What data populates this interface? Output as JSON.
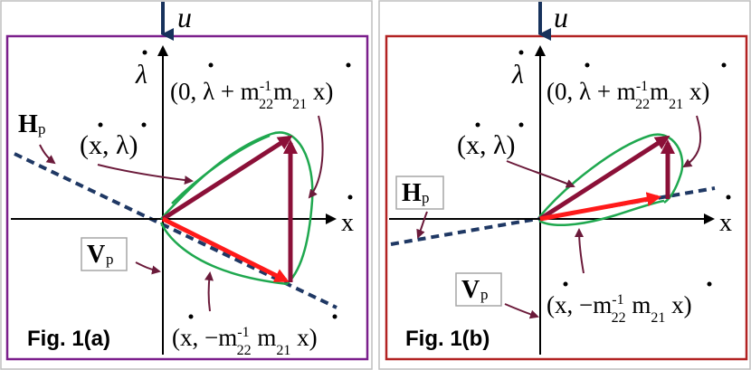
{
  "colors": {
    "panel_a_border": "#7b1f8c",
    "panel_b_border": "#b22222",
    "outer_border": "#bfbfbf",
    "axis": "#000000",
    "u_arrow": "#17325c",
    "dark_vector": "#8b1038",
    "red_vector": "#ff1a1a",
    "dashed_line": "#1f3864",
    "green_loop": "#1fa84f",
    "pointer": "#6b1a3a",
    "label_box_border": "#a6a6a6"
  },
  "panels": [
    {
      "id": "a",
      "caption_text": "Fig. 1",
      "caption_letter": "(a)",
      "axis_u": "u",
      "axis_x": "x",
      "axis_lambda": "λ",
      "H_label": "H",
      "H_sub": "p",
      "V_label": "V",
      "V_sub": "p",
      "point_upper_label": "(0, λ + m",
      "point_upper_sup": "-1",
      "point_upper_sub": "22",
      "point_upper_mid": "m",
      "point_upper_sub2": "21",
      "point_upper_end": " x)",
      "point_left_label": "(x, λ)",
      "point_lower_label": "(x, −m",
      "point_lower_sup": "-1",
      "point_lower_sub": "22",
      "point_lower_mid": " m",
      "point_lower_sub2": "21",
      "point_lower_end": " x)"
    },
    {
      "id": "b",
      "caption_text": "Fig. 1",
      "caption_letter": "(b)",
      "axis_u": "u",
      "axis_x": "x",
      "axis_lambda": "λ",
      "H_label": "H",
      "H_sub": "p",
      "V_label": "V",
      "V_sub": "p",
      "point_upper_label": "(0, λ + m",
      "point_upper_sup": "-1",
      "point_upper_sub": "22",
      "point_upper_mid": "m",
      "point_upper_sub2": "21",
      "point_upper_end": " x)",
      "point_left_label": "(x, λ)",
      "point_lower_label": "(x, −m",
      "point_lower_sup": "-1",
      "point_lower_sub": "22",
      "point_lower_mid": " m",
      "point_lower_sub2": "21",
      "point_lower_end": " x)"
    }
  ]
}
